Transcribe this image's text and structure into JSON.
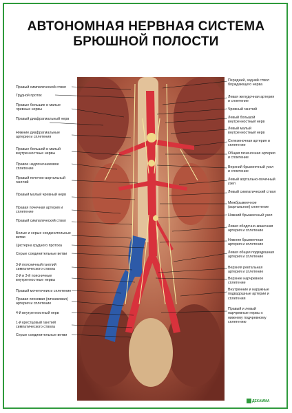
{
  "title": {
    "line1": "АВТОНОМНАЯ НЕРВНАЯ СИСТЕМА",
    "line2": "БРЮШНОЙ ПОЛОСТИ"
  },
  "labels_left": [
    "Правый симпатический ствол",
    "Грудной проток",
    "Правые большие и малые чревные нервы",
    "Правый диафрагмальный нерв",
    "Нижние диафрагмальные артерии и сплетения",
    "Правые большой и малый внутренностные нервы",
    "Правое надпочечниковое сплетение",
    "Правый почечно-аортальный ганглий",
    "Правый малый чревный нерв",
    "Правая почечная артерия и сплетение",
    "Правый симпатический ствол",
    "Белые и серые соединительные ветви",
    "Цистерна грудного протока",
    "Серые соединительные ветви",
    "3-й поясничный ганглий симпатического ствола",
    "2-й и 3-й поясничные внутренностные нервы",
    "Правый мочеточник и сплетение",
    "Правая яичковая (яичниковая) артерия и сплетение",
    "4-й внутренностный нерв",
    "1-й крестцовый ганглий симпатического ствола",
    "Серые соединительные ветви"
  ],
  "labels_right": [
    "Передний, задний ствол блуждающего нерва",
    "Левая желудочная артерия и сплетение",
    "Чревный ганглий",
    "Левый большой внутренностный нерв",
    "Левый малый внутренностный нерв",
    "Селезеночная артерия и сплетение",
    "Общая печеночная артерия и сплетение",
    "Верхний брыжеечный узел и сплетение",
    "Левый аортально-почечный узел",
    "Левый симпатический ствол",
    "Межбрыжеечное (аортальное) сплетение",
    "Нижний брыжеечный узел",
    "Левая ободочно-кишечная артерия и сплетение",
    "Нижняя брыжеечная артерия и сплетение",
    "Левая общая подвздошная артерия и сплетение",
    "Верхняя ректальная артерия и сплетение",
    "Верхнее нарчревное сплетение",
    "Внутренние и наружные подвздошные артерии и сплетения",
    "Правый и левый нарчревные нервы к нижнему подчревному сплетению"
  ],
  "logo": {
    "text": "ДЕКАММА"
  },
  "colors": {
    "border": "#2e9a3c",
    "artery": "#d8323c",
    "vein": "#2d5aa8",
    "nerve": "#f4e6a0"
  }
}
